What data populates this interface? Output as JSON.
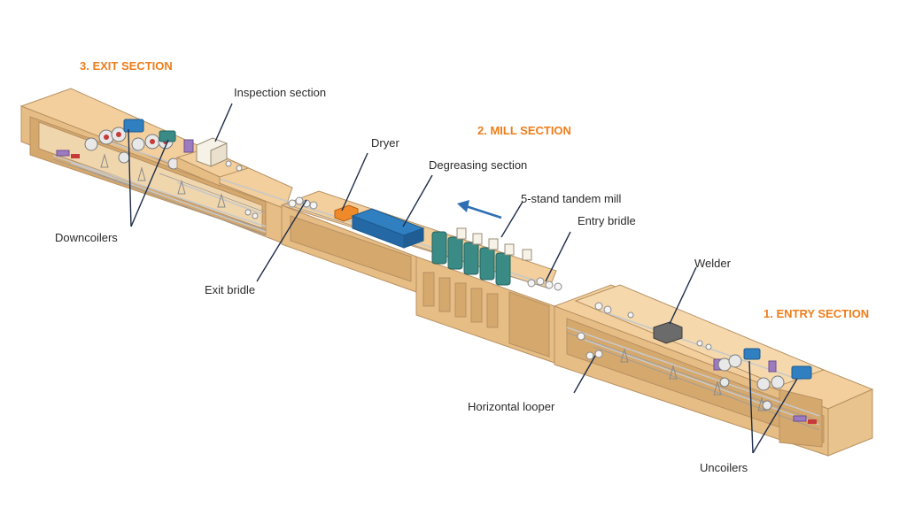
{
  "sections": {
    "exit": "3. EXIT SECTION",
    "mill": "2. MILL SECTION",
    "entry": "1. ENTRY SECTION"
  },
  "labels": {
    "inspection": "Inspection section",
    "dryer": "Dryer",
    "degreasing": "Degreasing section",
    "tandem_mill": "5-stand tandem mill",
    "entry_bridle": "Entry bridle",
    "downcoilers": "Downcoilers",
    "exit_bridle": "Exit bridle",
    "welder": "Welder",
    "horizontal_looper": "Horizontal  looper",
    "uncoilers": "Uncoilers"
  },
  "colors": {
    "section_heading": "#ef7d1a",
    "structure": "#f2cf9c",
    "equipment_blue": "#2f7fc1",
    "mill_stands": "#3a8a86",
    "arrow": "#2f6fb3"
  },
  "icons": {
    "strip_direction": "arrow-left-icon"
  }
}
